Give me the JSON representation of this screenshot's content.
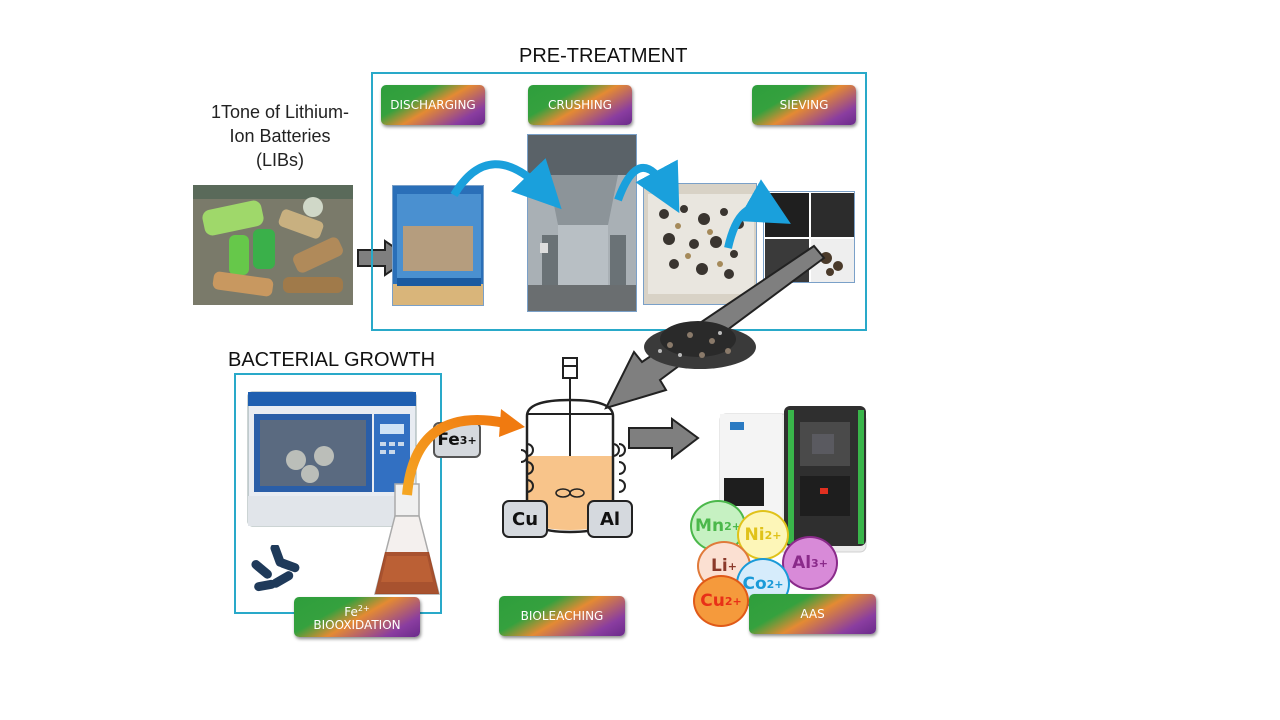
{
  "intro": {
    "line1": "1Tone of Lithium-",
    "line2": "Ion Batteries",
    "line3": "(LIBs)"
  },
  "pretreatment": {
    "title": "PRE-TREATMENT",
    "steps": [
      "DISCHARGING",
      "CRUSHING",
      "SIEVING"
    ]
  },
  "bacterial_growth": {
    "title": "BACTERIAL GROWTH",
    "fe_label": "Fe",
    "fe_charge": "2+",
    "step_label": "BIOOXIDATION"
  },
  "reactor": {
    "feed_ion": "Fe",
    "feed_charge": "3+",
    "metals": [
      "Cu",
      "Al"
    ],
    "step_label": "BIOLEACHING"
  },
  "analysis": {
    "step_label": "AAS",
    "ions": [
      {
        "symbol": "Mn",
        "charge": "2+",
        "color": "#4bb84b",
        "fill": "#c6f1c2"
      },
      {
        "symbol": "Ni",
        "charge": "2+",
        "color": "#e0c21a",
        "fill": "#fdf6b8"
      },
      {
        "symbol": "Li",
        "charge": "+",
        "color": "#8b3a2a",
        "fill": "#fbe0d2"
      },
      {
        "symbol": "Al",
        "charge": "3+",
        "color": "#8a2a8a",
        "fill": "#d88ad8"
      },
      {
        "symbol": "Co",
        "charge": "2+",
        "color": "#1a9ad8",
        "fill": "#d6ecfb"
      },
      {
        "symbol": "Cu",
        "charge": "2+",
        "color": "#e83018",
        "fill": "#f59a3c"
      }
    ]
  }
}
